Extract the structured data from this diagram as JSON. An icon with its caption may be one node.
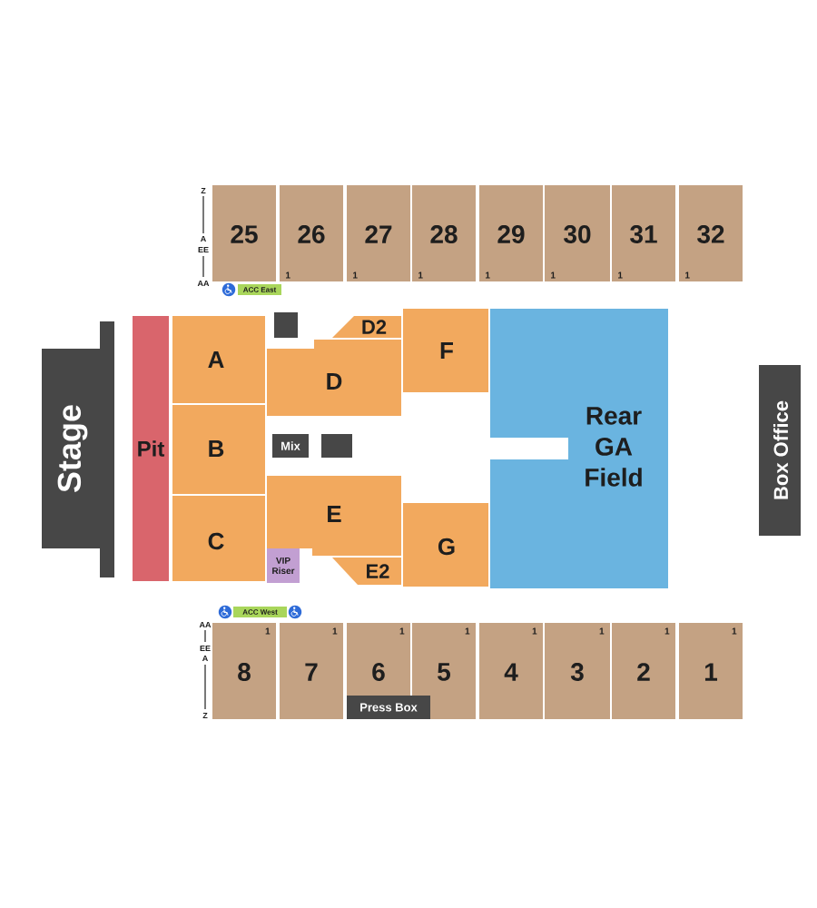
{
  "diagram": {
    "nodes": [
      {
        "text": [
          "25"
        ]
      },
      {
        "text": [
          "26",
          "1"
        ]
      },
      {
        "text": [
          "27",
          "1"
        ]
      },
      {
        "text": [
          "28",
          "1"
        ]
      },
      {
        "text": [
          "29",
          "1"
        ]
      },
      {
        "text": [
          "30",
          "1"
        ]
      },
      {
        "text": [
          "31",
          "1"
        ]
      },
      {
        "text": [
          "32",
          "1"
        ]
      },
      {
        "text": [
          "ACC East"
        ]
      },
      {
        "text": [
          "Stage"
        ]
      },
      {
        "text": [
          "Pit"
        ]
      },
      {
        "text": [],
        "shape": "box"
      },
      {
        "text": [
          "D2"
        ]
      },
      {
        "text": [
          "F"
        ]
      },
      {
        "text": [
          "A"
        ]
      },
      {
        "text": [
          "D"
        ]
      },
      {
        "text": [
          "Rear GA Field"
        ]
      },
      {
        "text": [
          "Box Office"
        ]
      },
      {
        "text": [
          "B"
        ]
      },
      {
        "text": [
          "Mix"
        ]
      },
      {
        "text": [],
        "shape": "box"
      },
      {
        "text": [
          "E"
        ]
      },
      {
        "text": [
          "C"
        ]
      },
      {
        "text": [
          "VIP Riser"
        ]
      },
      {
        "text": [
          "E2"
        ]
      },
      {
        "text": [
          "G"
        ]
      },
      {
        "text": [
          "ACC West"
        ]
      },
      {
        "text": [
          "8",
          "1"
        ]
      },
      {
        "text": [
          "7",
          "1"
        ]
      },
      {
        "text": [
          "6",
          "1"
        ]
      },
      {
        "text": [
          "5",
          "1"
        ]
      },
      {
        "text": [
          "4",
          "1"
        ]
      },
      {
        "text": [
          "3",
          "1"
        ]
      },
      {
        "text": [
          "2",
          "1"
        ]
      },
      {
        "text": [
          "1",
          "1"
        ]
      },
      {
        "text": [
          "Press Box"
        ]
      }
    ],
    "labels": [
      "Z",
      "A",
      "EE",
      "AA",
      "AA",
      "EE",
      "A",
      "Z"
    ]
  }
}
